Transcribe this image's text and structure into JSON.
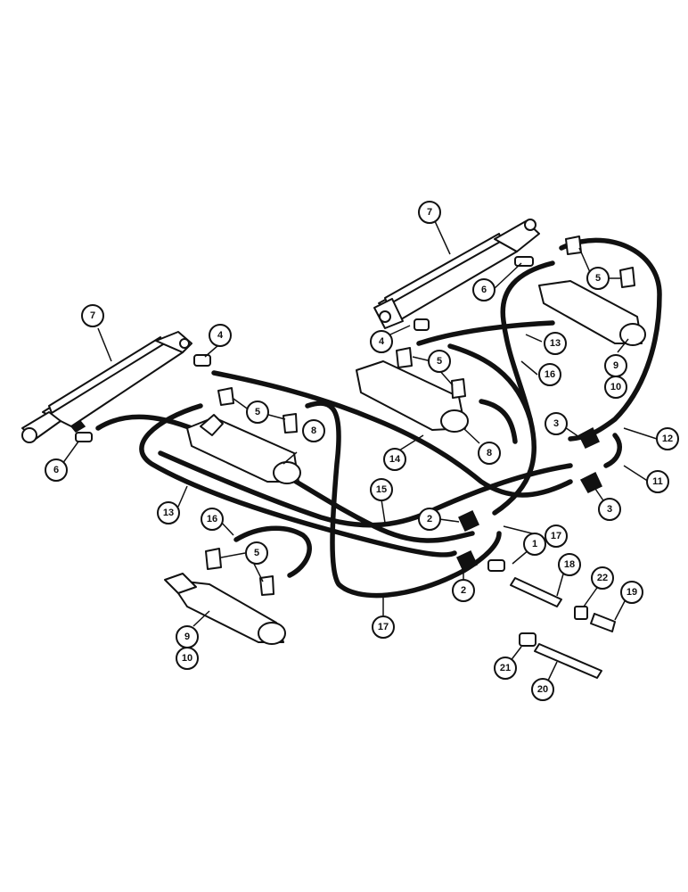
{
  "callouts": [
    {
      "id": "c7a",
      "label": "7"
    },
    {
      "id": "c7b",
      "label": "7"
    },
    {
      "id": "c4a",
      "label": "4"
    },
    {
      "id": "c4b",
      "label": "4"
    },
    {
      "id": "c5a",
      "label": "5"
    },
    {
      "id": "c5b",
      "label": "5"
    },
    {
      "id": "c5c",
      "label": "5"
    },
    {
      "id": "c5d",
      "label": "5"
    },
    {
      "id": "c6a",
      "label": "6"
    },
    {
      "id": "c6b",
      "label": "6"
    },
    {
      "id": "c8a",
      "label": "8"
    },
    {
      "id": "c8b",
      "label": "8"
    },
    {
      "id": "c9a",
      "label": "9"
    },
    {
      "id": "c10a",
      "label": "10"
    },
    {
      "id": "c9b",
      "label": "9"
    },
    {
      "id": "c10b",
      "label": "10"
    },
    {
      "id": "c13a",
      "label": "13"
    },
    {
      "id": "c13b",
      "label": "13"
    },
    {
      "id": "c16a",
      "label": "16"
    },
    {
      "id": "c16b",
      "label": "16"
    },
    {
      "id": "c14",
      "label": "14"
    },
    {
      "id": "c15",
      "label": "15"
    },
    {
      "id": "c3a",
      "label": "3"
    },
    {
      "id": "c3b",
      "label": "3"
    },
    {
      "id": "c12",
      "label": "12"
    },
    {
      "id": "c11",
      "label": "11"
    },
    {
      "id": "c2a",
      "label": "2"
    },
    {
      "id": "c2b",
      "label": "2"
    },
    {
      "id": "c17a",
      "label": "17"
    },
    {
      "id": "c17b",
      "label": "17"
    },
    {
      "id": "c1",
      "label": "1"
    },
    {
      "id": "c18",
      "label": "18"
    },
    {
      "id": "c22",
      "label": "22"
    },
    {
      "id": "c19",
      "label": "19"
    },
    {
      "id": "c21",
      "label": "21"
    },
    {
      "id": "c20",
      "label": "20"
    }
  ]
}
